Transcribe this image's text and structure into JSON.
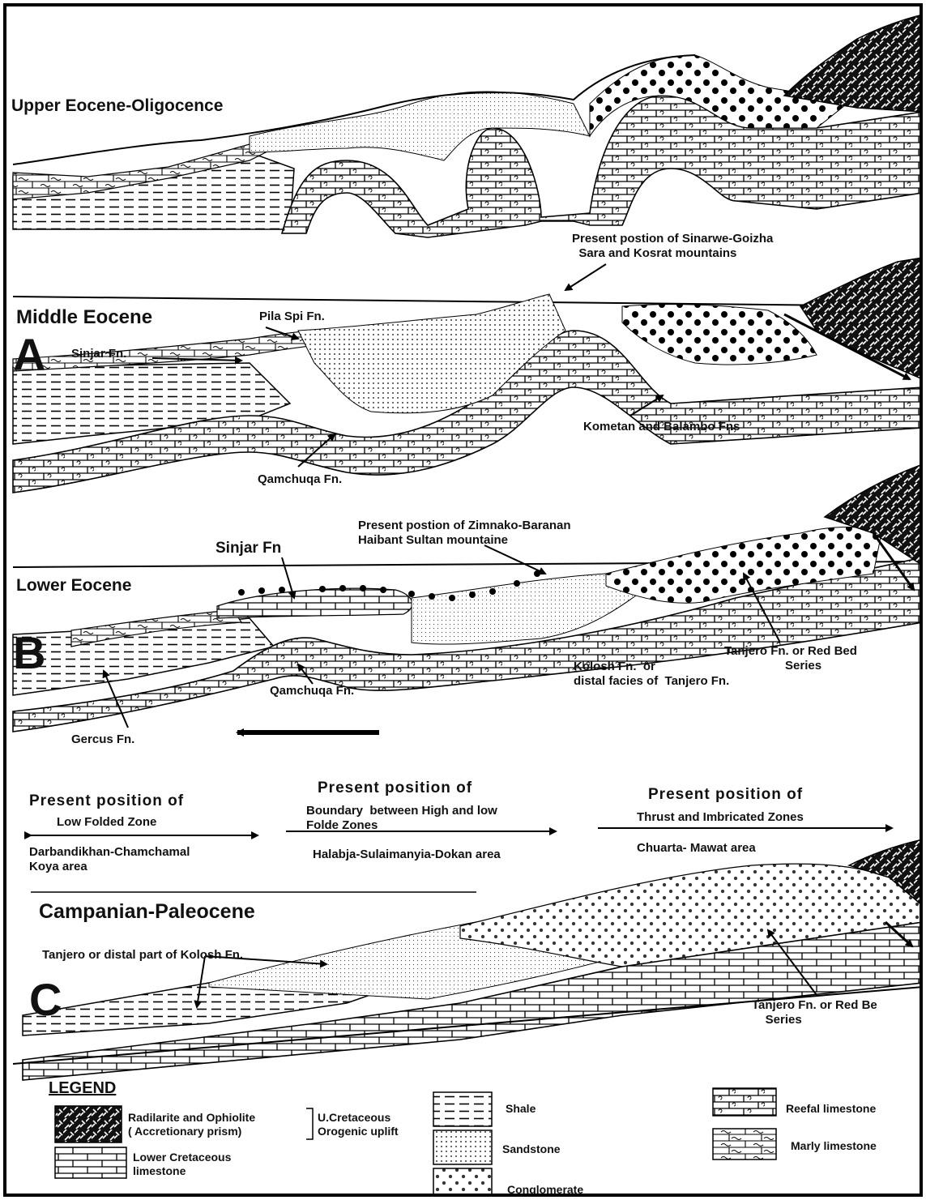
{
  "sections": {
    "upper": {
      "title": "Upper Eocene-Oligocence"
    },
    "middle": {
      "title": "Middle Eocene",
      "letter": "A",
      "labels": {
        "present_position": "Present postion of Sinarwe-Goizha\n  Sara and Kosrat mountains",
        "pila_spi": "Pila Spi Fn.",
        "sinjar": "Sinjar Fn.",
        "kometan": "Kometan and Balambo Fns",
        "qamchuqa": "Qamchuqa Fn."
      }
    },
    "lower": {
      "title": "Lower Eocene",
      "letter": "B",
      "labels": {
        "present_position": "Present postion of Zimnako-Baranan\nHaibant Sultan mountaine",
        "sinjar": "Sinjar Fn",
        "tanjero": "Tanjero Fn. or Red Bed\n                  Series",
        "kolosh": "Kolosh Fn.  or\ndistal facies of  Tanjero Fn.",
        "qamchuqa": "Qamchuqa Fn.",
        "gercus": "Gercus Fn."
      }
    },
    "positions": [
      {
        "heading": "Present  position of",
        "zone": "Low Folded Zone",
        "area": "Darbandikhan-Chamchamal\nKoya area"
      },
      {
        "heading": "Present  position of",
        "zone": "Boundary  between High and low\nFolde Zones",
        "area": "Halabja-Sulaimanyia-Dokan area"
      },
      {
        "heading": "Present  position of",
        "zone": "Thrust and Imbricated Zones",
        "area": "Chuarta- Mawat area"
      }
    ],
    "campanian": {
      "title": "Campanian-Paleocene",
      "letter": "C",
      "labels": {
        "tanjero_distal": "Tanjero   or distal part of  Kolosh Fn.",
        "tanjero_red": "Tanjero Fn. or Red Be\n    Series"
      }
    }
  },
  "legend": {
    "title": "LEGEND",
    "items": {
      "radiolarite": "Radilarite and Ophiolite\n( Accretionary prism)",
      "ucretaceous": "U.Cretaceous\nOrogenic uplift",
      "lower_cret": "Lower Cretaceous\nlimestone",
      "shale": "Shale",
      "sandstone": "Sandstone",
      "conglomerate": "Conglomerate",
      "reefal": "Reefal limestone",
      "marly": "Marly limestone"
    }
  }
}
